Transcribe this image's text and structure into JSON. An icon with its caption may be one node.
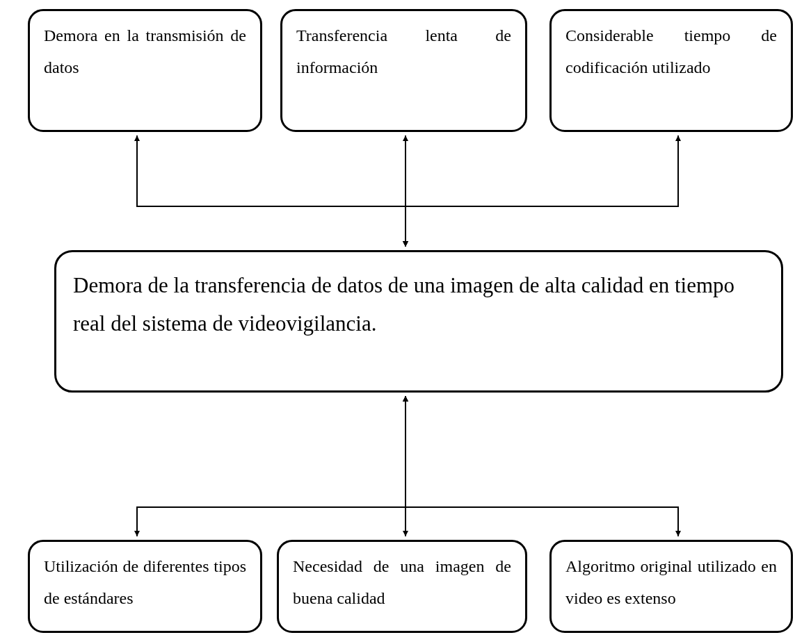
{
  "diagram": {
    "nodes": [
      {
        "text": [
          "Demora en la transmisión de datos"
        ]
      },
      {
        "text": [
          "Transferencia lenta de información"
        ]
      },
      {
        "text": [
          "Considerable tiempo de codificación utilizado"
        ]
      },
      {
        "text": [
          "Demora de la transferencia de datos de una imagen de alta calidad en tiempo real del sistema de videovigilancia."
        ]
      },
      {
        "text": [
          "Utilización de diferentes tipos de estándares"
        ]
      },
      {
        "text": [
          "Necesidad de una imagen de buena calidad"
        ]
      },
      {
        "text": [
          "Algoritmo original utilizado en video es extenso"
        ]
      }
    ],
    "edges": [
      {
        "from": 3,
        "to": 0,
        "arrow": "both"
      },
      {
        "from": 3,
        "to": 1,
        "arrow": "both"
      },
      {
        "from": 3,
        "to": 2,
        "arrow": "both"
      },
      {
        "from": 3,
        "to": 4,
        "arrow": "both"
      },
      {
        "from": 3,
        "to": 5,
        "arrow": "both"
      },
      {
        "from": 3,
        "to": 6,
        "arrow": "both"
      }
    ]
  }
}
